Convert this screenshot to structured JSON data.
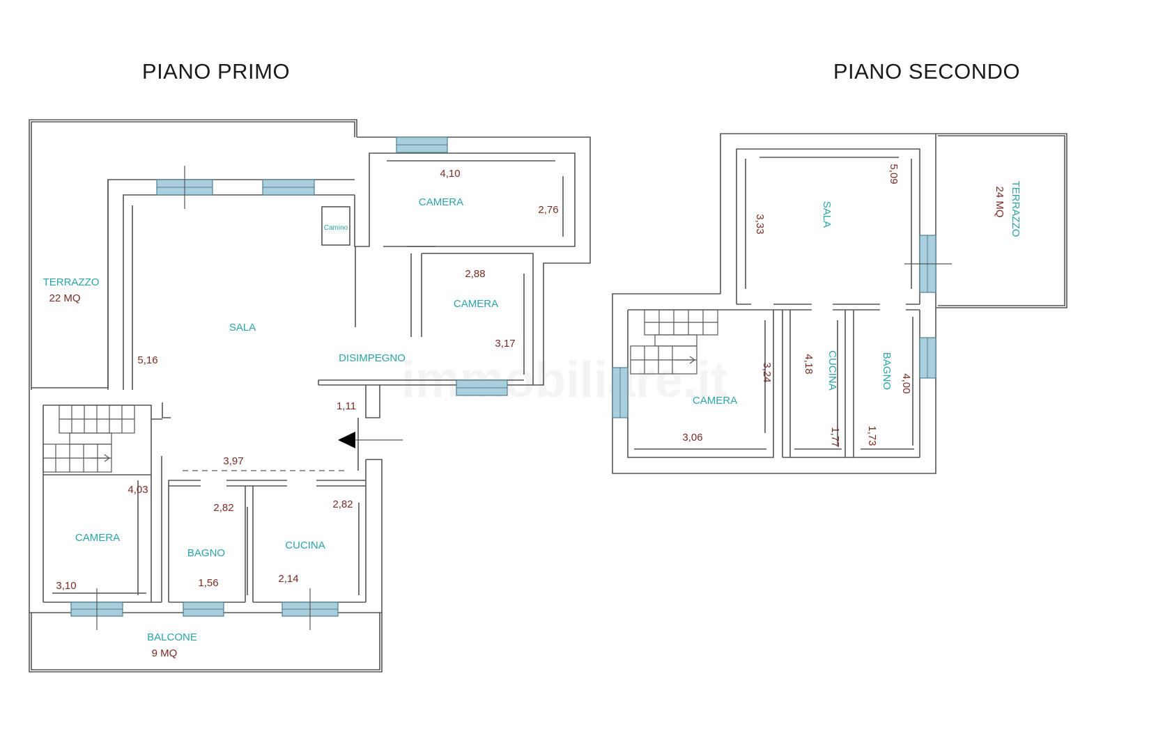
{
  "titles": {
    "floor1": "PIANO PRIMO",
    "floor2": "PIANO SECONDO"
  },
  "watermark": "immobiliare.it",
  "floor1": {
    "terrazzo": {
      "name": "TERRAZZO",
      "area": "22 MQ"
    },
    "sala": {
      "name": "SALA",
      "dim_height": "5,16"
    },
    "camino": "Camino",
    "camera_top": {
      "name": "CAMERA",
      "dim_width": "4,10",
      "dim_height": "2,76"
    },
    "camera_mid": {
      "name": "CAMERA",
      "dim_width": "2,88",
      "dim_height": "3,17"
    },
    "disimpegno": {
      "name": "DISIMPEGNO",
      "dim": "1,11"
    },
    "corridor_dim": "3,97",
    "camera_bottom": {
      "name": "CAMERA",
      "dim_height": "4,03",
      "dim_width": "3,10"
    },
    "bagno": {
      "name": "BAGNO",
      "dim_height": "2,82",
      "dim_width": "1,56"
    },
    "cucina": {
      "name": "CUCINA",
      "dim_height": "2,82",
      "dim_width": "2,14"
    },
    "balcone": {
      "name": "BALCONE",
      "area": "9 MQ"
    }
  },
  "floor2": {
    "sala": {
      "name": "SALA",
      "dim_width": "5,09",
      "dim_height": "3,33"
    },
    "terrazzo": {
      "name": "TERRAZZO",
      "area": "24 MQ"
    },
    "camera": {
      "name": "CAMERA",
      "dim_height": "3,24",
      "dim_width": "3,06"
    },
    "cucina": {
      "name": "CUCINA",
      "dim_height": "4,18",
      "dim_width": "1,77"
    },
    "bagno": {
      "name": "BAGNO",
      "dim_height": "4,00",
      "dim_width": "1,73"
    }
  },
  "colors": {
    "room_label": "#2aa3a6",
    "dimension": "#7a2a22",
    "window": "#a9cfdc",
    "wall": "#555555"
  }
}
